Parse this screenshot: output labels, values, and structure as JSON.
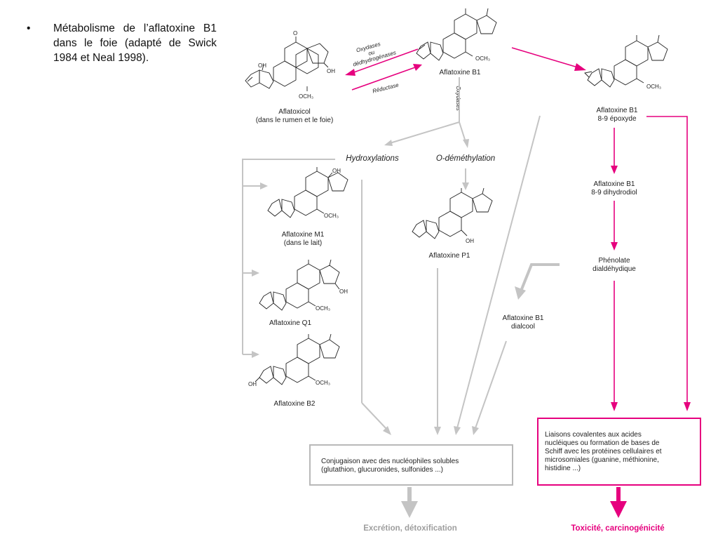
{
  "bullet": {
    "marker": "•",
    "text": "Métabolisme de l’aflatoxine B1 dans le foie (adapté de Swick 1984 et Neal 1998)."
  },
  "diagram": {
    "colors": {
      "pink": "#e6007e",
      "gray": "#c4c4c4",
      "dark": "#222222",
      "end_gray": "#9e9e9e"
    },
    "compounds": {
      "aflatoxicol": {
        "name": "Aflatoxicol",
        "note": "(dans le rumen et le foie)"
      },
      "b1": {
        "name": "Aflatoxine B1"
      },
      "b1_epoxide": {
        "name": "Aflatoxine B1",
        "note": "8-9 époxyde"
      },
      "b1_dihydrodiol": {
        "name": "Aflatoxine B1",
        "note": "8-9 dihydrodiol"
      },
      "phenolate": {
        "name": "Phénolate",
        "note": "dialdéhydique"
      },
      "b1_dialcool": {
        "name": "Aflatoxine B1",
        "note": "dialcool"
      },
      "m1": {
        "name": "Aflatoxine M1",
        "note": "(dans le lait)"
      },
      "q1": {
        "name": "Aflatoxine Q1"
      },
      "b2": {
        "name": "Aflatoxine B2"
      },
      "p1": {
        "name": "Aflatoxine P1"
      }
    },
    "enzymes": {
      "oxidases": "Oxydases",
      "ou": "ou",
      "dehydrogenases": "dédhydrogénases",
      "reductase": "Réductase",
      "oxidases_vertical": "Oxydases"
    },
    "processes": {
      "hydroxylations": "Hydroxylations",
      "odemethylation": "O-déméthylation"
    },
    "groups": {
      "och3": "OCH₃",
      "oh": "OH",
      "o": "O"
    },
    "boxes": {
      "conjugation": [
        "Conjugaison avec des nucléophiles solubles",
        "(glutathion, glucuronides, sulfonides ...)"
      ],
      "covalent": [
        "Liaisons covalentes aux acides",
        "nucléiques ou formation de bases de",
        "Schiff avec les protéines cellulaires et",
        "microsomiales (guanine, méthionine,",
        "histidine ...)"
      ]
    },
    "outcomes": {
      "excretion": "Excrétion, détoxification",
      "toxicity": "Toxicité, carcinogénicité"
    }
  }
}
